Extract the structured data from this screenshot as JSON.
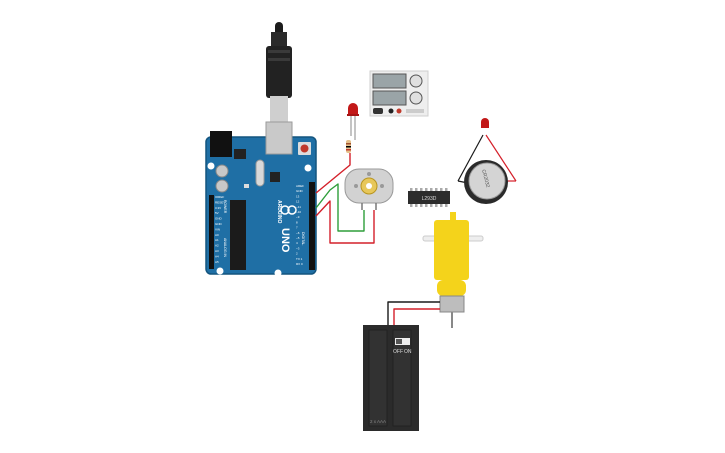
{
  "arduino": {
    "brand": "ARDUINO",
    "model": "UNO",
    "pins_top": [
      "AREF",
      "GND",
      "13",
      "12",
      "~11",
      "~10",
      "~9",
      "8",
      "7",
      "~6",
      "~5",
      "4",
      "~3",
      "2",
      "TX 1",
      "RX 0"
    ],
    "analog": [
      "A0",
      "A1",
      "A2",
      "A3",
      "A4",
      "A5"
    ],
    "power": [
      "IOREF",
      "RESET",
      "3.3V",
      "5V",
      "GND",
      "GND",
      "VIN"
    ],
    "digital_label": "DIGITAL",
    "analog_label": "ANALOG IN",
    "power_label": "POWER"
  },
  "ic": {
    "label": "L293D"
  },
  "battery_pack": {
    "off_label": "OFF",
    "on_label": "ON",
    "caption": "2 x AAA"
  },
  "coin_cell": {
    "label": "CR2032"
  },
  "colors": {
    "board": "#1f6fa5",
    "wire_red": "#d4202a",
    "wire_green": "#2e9e3a",
    "wire_black": "#1a1a1a",
    "gear_motor": "#f4d31b",
    "battery_pack": "#2b2b2b"
  },
  "icons": {
    "usb_cable": "usb-cable-icon",
    "power_supply": "power-supply-icon",
    "led": "led-icon",
    "resistor": "resistor-icon",
    "dc_motor": "dc-motor-icon",
    "h_bridge": "ic-chip-icon",
    "coin_battery": "coin-battery-icon",
    "gear_motor": "gear-motor-icon",
    "battery_pack": "battery-pack-icon"
  }
}
